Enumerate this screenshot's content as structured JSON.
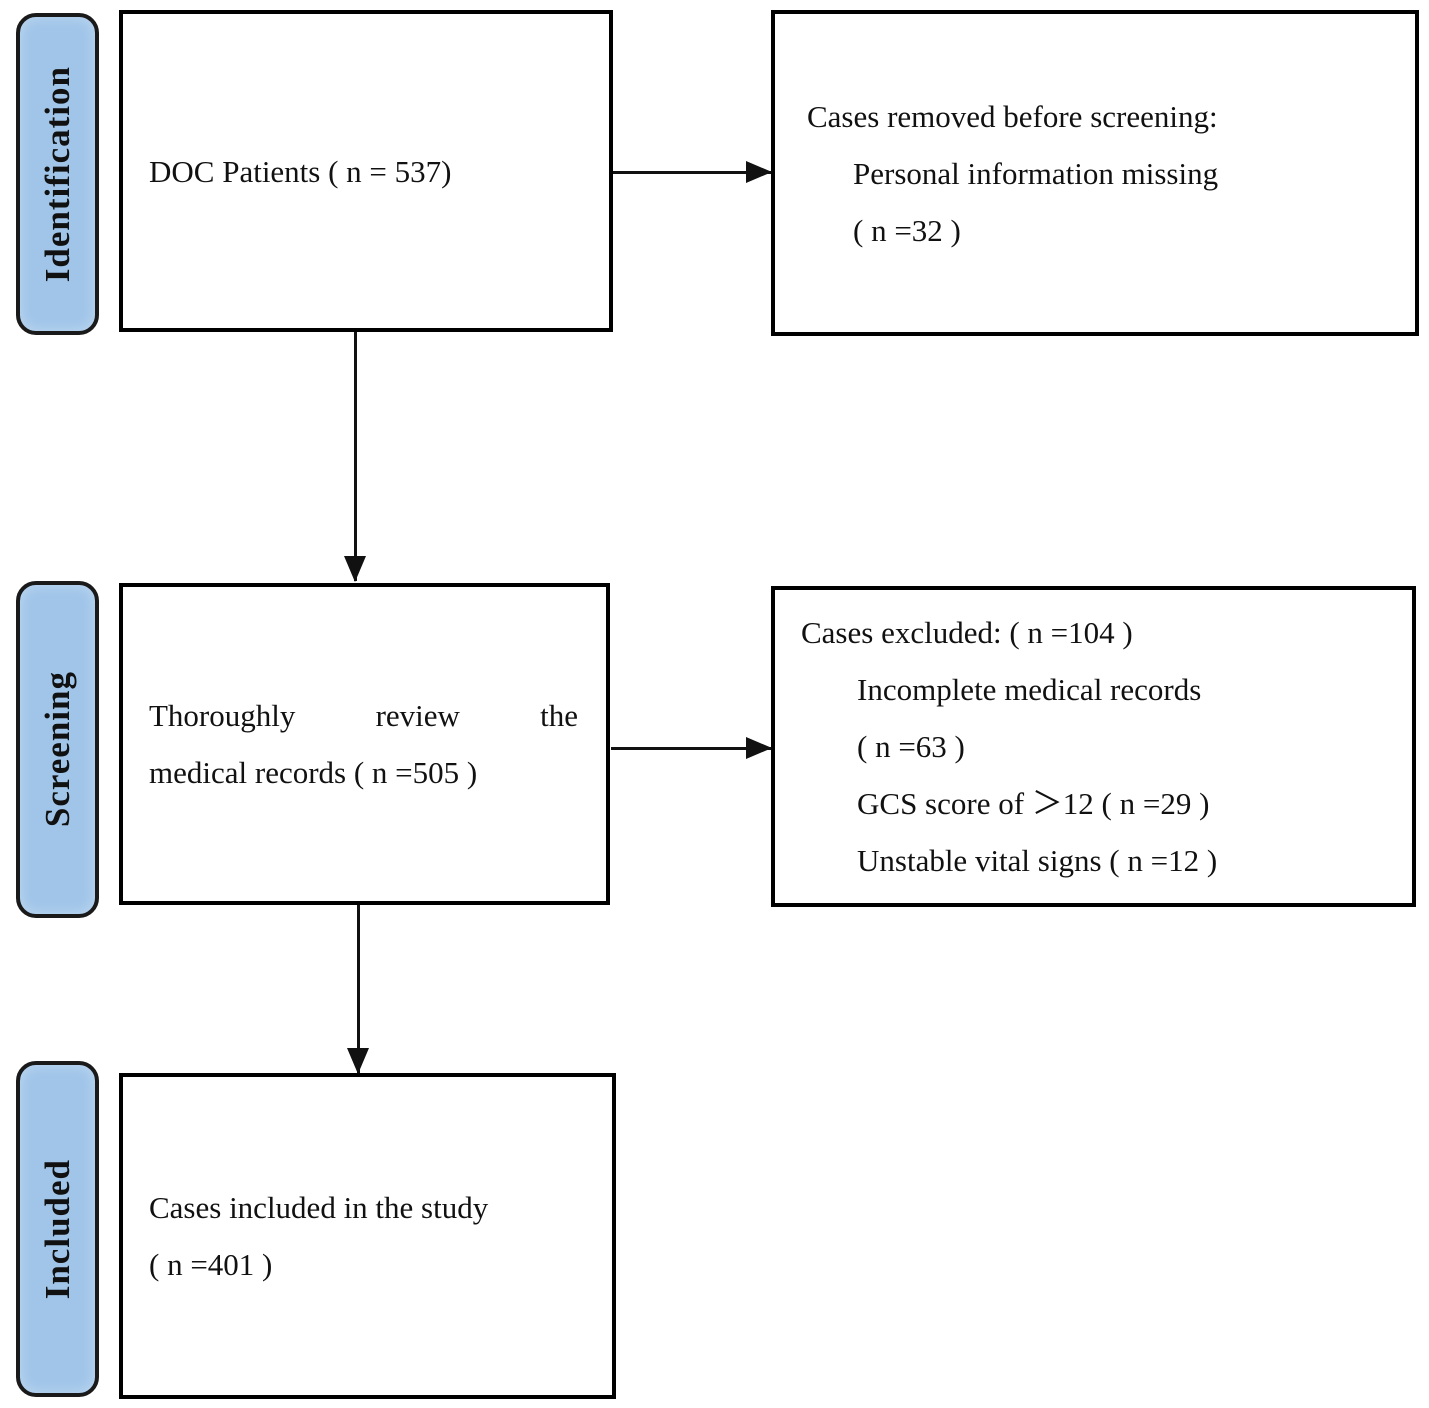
{
  "stages": [
    {
      "id": "identification",
      "label": "Identification"
    },
    {
      "id": "screening",
      "label": "Screening"
    },
    {
      "id": "included",
      "label": "Included"
    }
  ],
  "boxes": {
    "doc_patients": {
      "lines": [
        "DOC Patients ( n = 537)"
      ]
    },
    "cases_removed": {
      "lines": [
        "Cases removed before screening:",
        "Personal information missing",
        "( n =32 )"
      ]
    },
    "review_records": {
      "lines": [
        "Thoroughly review the",
        "medical records ( n =505 )"
      ]
    },
    "cases_excluded": {
      "lines": [
        "Cases excluded: ( n =104 )",
        "Incomplete medical records",
        "( n =63 )",
        "GCS score of ＞12 ( n =29 )",
        "Unstable vital signs ( n =12 )"
      ]
    },
    "cases_included": {
      "lines": [
        "Cases included in the study",
        "( n =401 )"
      ]
    }
  },
  "colors": {
    "stage_fill": "#a0c5e9",
    "stage_border": "#1a1a1a",
    "box_border": "#000000",
    "arrow": "#111111",
    "text": "#111111",
    "background": "#ffffff"
  }
}
